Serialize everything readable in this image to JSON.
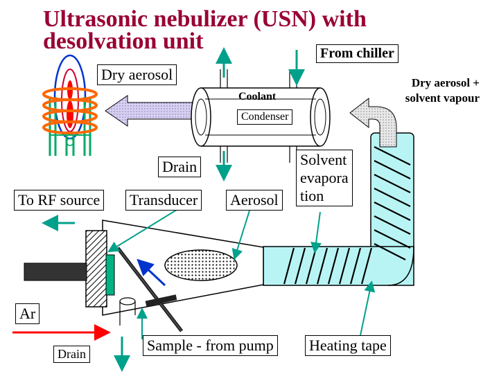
{
  "title": {
    "line1": "Ultrasonic nebulizer (USN) with",
    "line2": "desolvation unit"
  },
  "labels": {
    "from_chiller": "From chiller",
    "dry_aerosol": "Dry aerosol",
    "dry_aerosol_vapour_1": "Dry aerosol +",
    "dry_aerosol_vapour_2": "solvent vapour",
    "coolant": "Coolant",
    "condenser": "Condenser",
    "drain_upper": "Drain",
    "solvent_1": "Solvent",
    "solvent_2": "evapora",
    "solvent_3": "tion",
    "to_rf_source": "To RF source",
    "transducer": "Transducer",
    "aerosol": "Aerosol",
    "ar": "Ar",
    "drain_lower": "Drain",
    "sample_from_pump": "Sample - from pump",
    "heating_tape": "Heating tape"
  },
  "colors": {
    "title": "#990033",
    "tube_fill": "#b9f4f4",
    "arrow_teal": "#00a08a",
    "arrow_red": "#ff0000",
    "arrow_blue": "#0033cc",
    "torch_coil": "#ff6600",
    "torch_green": "#00aa66",
    "transducer_green": "#00b380",
    "block_arrow_fill": "#b0a8d8"
  }
}
